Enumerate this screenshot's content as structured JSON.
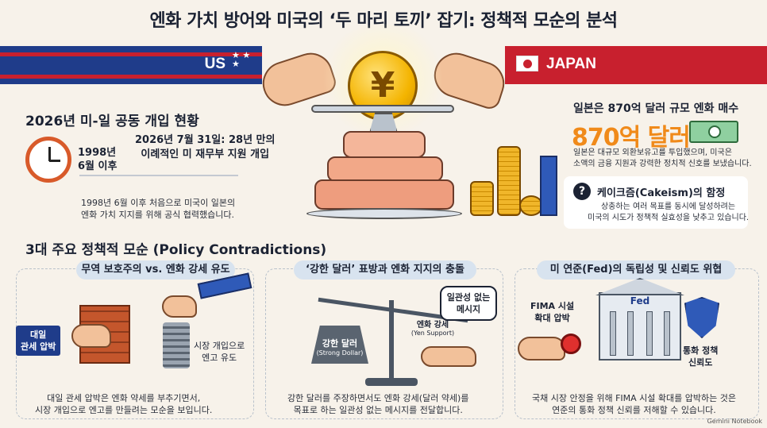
{
  "title": "엔화 가치 방어와 미국의 ‘두 마리 토끼’ 잡기: 정책적 모순의 분석",
  "banner": {
    "us_label": "US",
    "japan_label": "JAPAN",
    "stars": "★ ★ ★"
  },
  "coin_symbol": "¥",
  "status": {
    "heading": "2026년 미-일 공동 개입 현황",
    "since_label": "1998년\n6월 이후",
    "event_title": "2026년 7월 31일: 28년 만의\n이례적인 미 재무부 지원 개입",
    "since_desc": "1998년 6월 이후 처음으로 미국이 일본의\n엔화 가치 지지를 위해 공식 협력했습니다."
  },
  "japan_buy": {
    "heading": "일본은 870억 달러 규모 엔화 매수",
    "amount": "870억 달러",
    "desc": "일본은 대규모 외환보유고를 투입했으며, 미국은\n소액의 금융 지원과 강력한 정치적 신호를 보냈습니다."
  },
  "cakeism": {
    "icon": "?",
    "title": "케이크즘(Cakeism)의 함정",
    "desc": "상충하는 여러 목표를 동시에 달성하려는\n미국의 시도가 정책적 실효성을 낮추고 있습니다."
  },
  "contradictions": {
    "heading": "3대 주요 정책적 모순 (Policy Contradictions)",
    "panels": [
      {
        "title": "무역 보호주의 vs. 엔화 강세 유도",
        "tag_left": "대일\n관세 압박",
        "tag_right": "시장 개입으로\n엔고 유도",
        "desc": "대일 관세 압박은 엔화 약세를 부추기면서,\n시장 개입으로 엔고를 만들려는 모순을 보입니다."
      },
      {
        "title": "‘강한 달러’ 표방과 엔화 지지의 충돌",
        "weight_label": "강한 달러",
        "weight_sub": "(Strong Dollar)",
        "pan_label": "엔화 강세",
        "pan_sub": "(Yen Support)",
        "bubble": "일관성 없는\n메시지",
        "desc": "강한 달러를 주장하면서도 엔화 강세(달러 약세)를\n목표로 하는 일관성 없는 메시지를 전달합니다."
      },
      {
        "title": "미 연준(Fed)의 독립성 및 신뢰도 위협",
        "fima_label": "FIMA 시설\n확대 압박",
        "fed_label": "Fed",
        "shield_label": "통화 정책\n신뢰도",
        "desc": "국채 시장 안정을 위해 FIMA 시설 확대를 압박하는 것은\n연준의 통화 정책 신뢰를 저해할 수 있습니다."
      }
    ]
  },
  "footer": "Gemini Notebook",
  "colors": {
    "us_blue": "#1f3c8a",
    "japan_red": "#c8202e",
    "accent_orange": "#f08a1a",
    "gold": "#f4b400"
  }
}
